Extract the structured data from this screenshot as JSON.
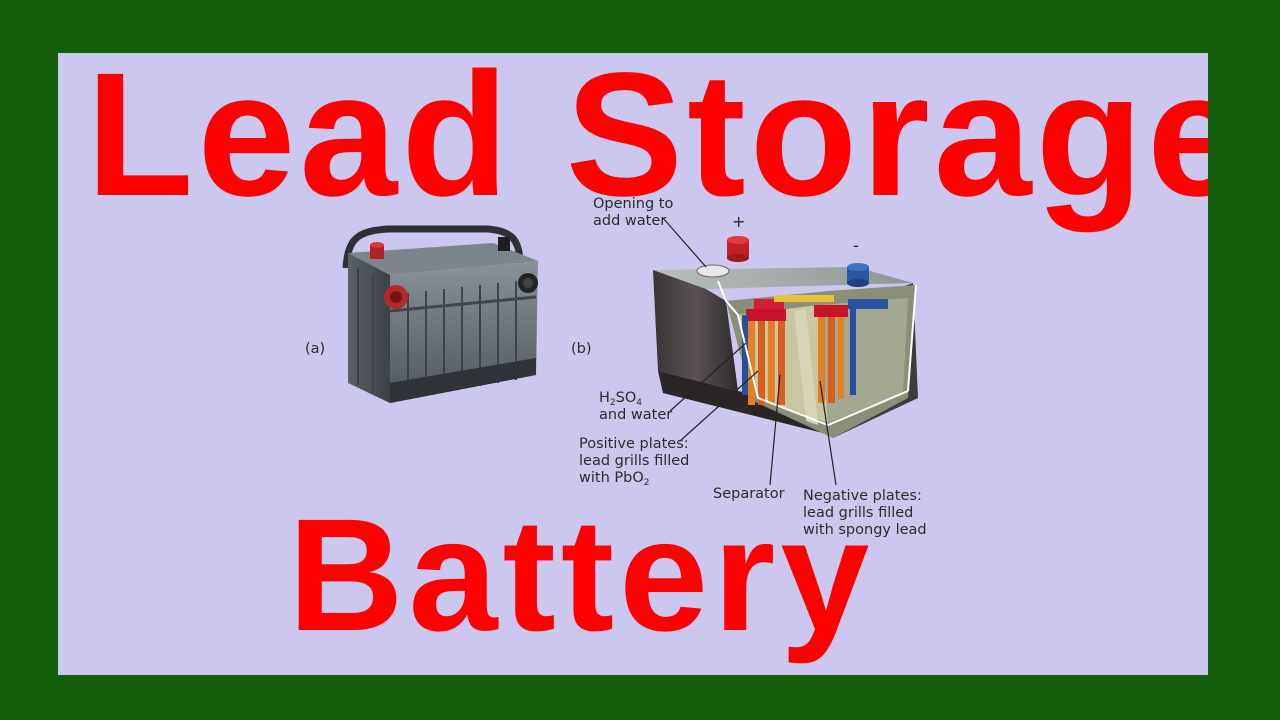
{
  "title": {
    "line1": "Lead Storage",
    "line2": "Battery"
  },
  "diagram": {
    "label_a": "(a)",
    "label_b": "(b)",
    "plus_sign": "+",
    "minus_sign": "-",
    "opening_line1": "Opening to",
    "opening_line2": "add water",
    "acid_h": "H",
    "acid_2": "2",
    "acid_so": "SO",
    "acid_4": "4",
    "acid_line2": "and water",
    "positive_line1": "Positive plates:",
    "positive_line2": "lead grills filled",
    "positive_line3a": "with PbO",
    "positive_line3b": "2",
    "separator": "Separator",
    "negative_line1": "Negative plates:",
    "negative_line2": "lead grills filled",
    "negative_line3": "with spongy lead"
  },
  "colors": {
    "frame": "#135e0a",
    "panel": "#cbc7ef",
    "title": "#ff0000"
  }
}
